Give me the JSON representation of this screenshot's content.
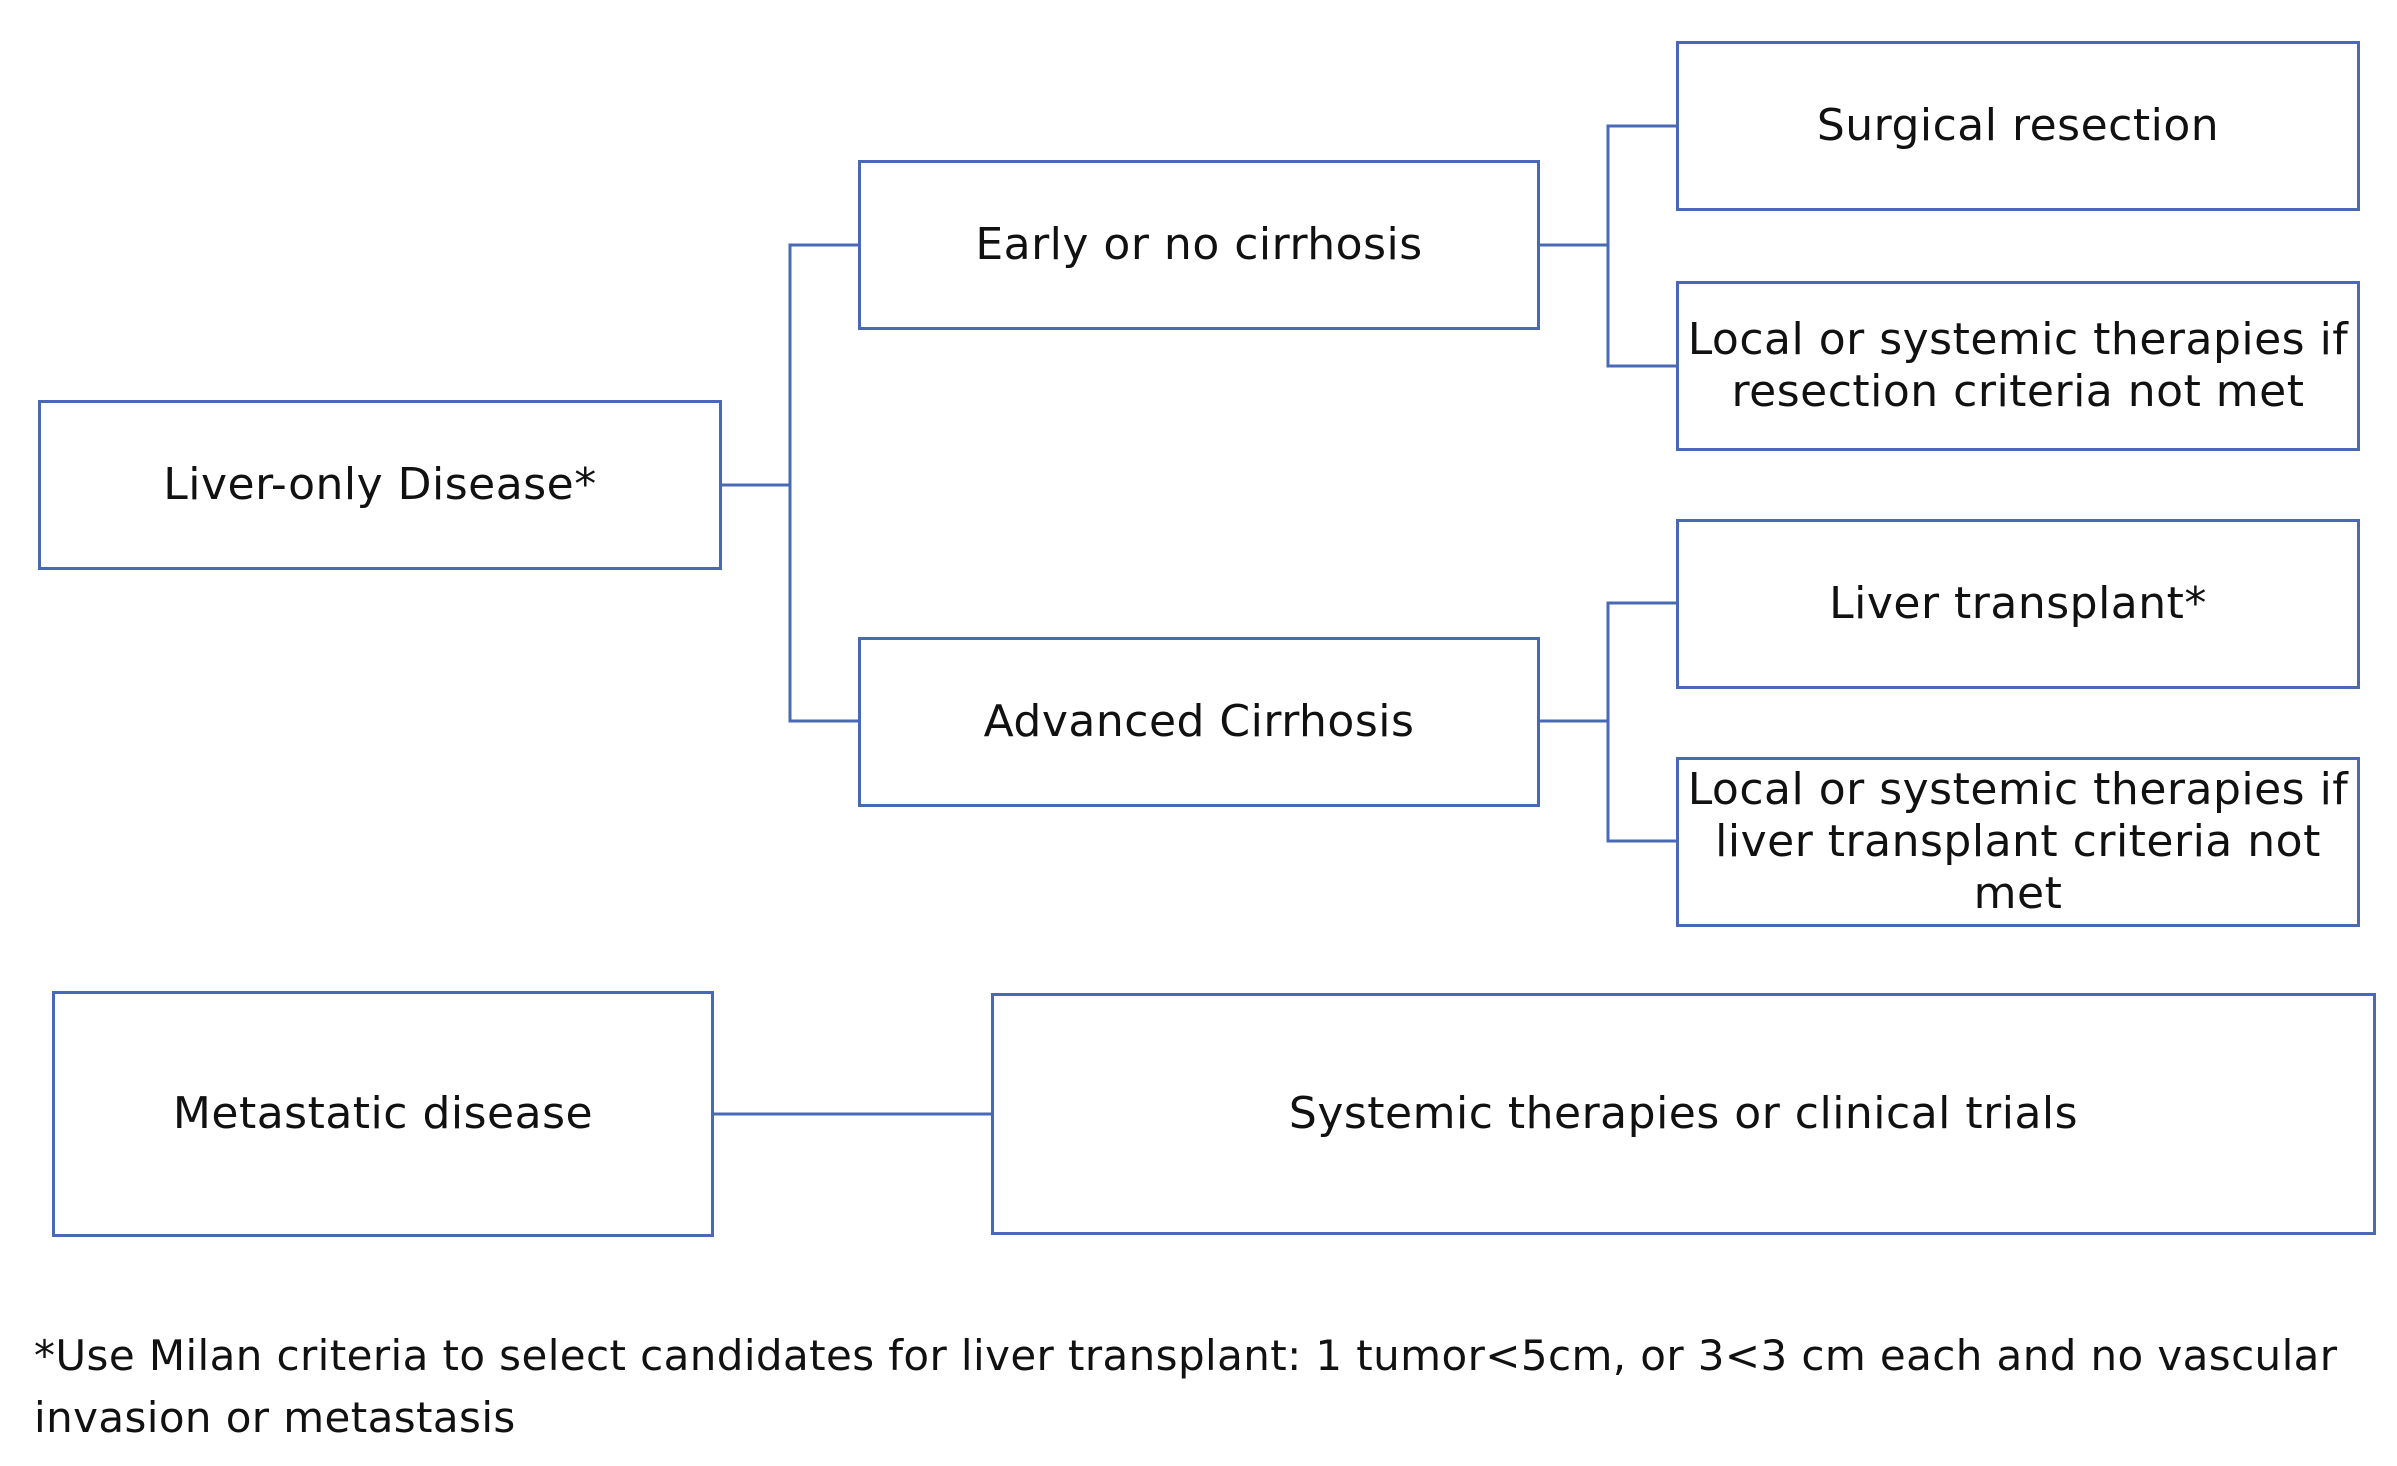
{
  "colors": {
    "box_border": "#4a69b5",
    "connector": "#4a69b5",
    "text": "#111111",
    "background": "#ffffff"
  },
  "nodes": {
    "liver_only": "Liver-only Disease*",
    "early_cirrhosis": "Early or no cirrhosis",
    "advanced_cirrhosis": "Advanced Cirrhosis",
    "surgical_resection": "Surgical resection",
    "local_systemic_resection": "Local or systemic therapies if resection criteria not met",
    "liver_transplant": "Liver transplant*",
    "local_systemic_transplant": "Local or systemic therapies if liver transplant criteria not met",
    "metastatic": "Metastatic disease",
    "systemic_trials": "Systemic therapies or clinical trials"
  },
  "edges": [
    {
      "from": "liver_only",
      "to": "early_cirrhosis"
    },
    {
      "from": "liver_only",
      "to": "advanced_cirrhosis"
    },
    {
      "from": "early_cirrhosis",
      "to": "surgical_resection"
    },
    {
      "from": "early_cirrhosis",
      "to": "local_systemic_resection"
    },
    {
      "from": "advanced_cirrhosis",
      "to": "liver_transplant"
    },
    {
      "from": "advanced_cirrhosis",
      "to": "local_systemic_transplant"
    },
    {
      "from": "metastatic",
      "to": "systemic_trials"
    }
  ],
  "footnote": "*Use Milan criteria to select candidates for liver transplant: 1 tumor<5cm, or 3<3 cm  each and no vascular invasion or metastasis"
}
